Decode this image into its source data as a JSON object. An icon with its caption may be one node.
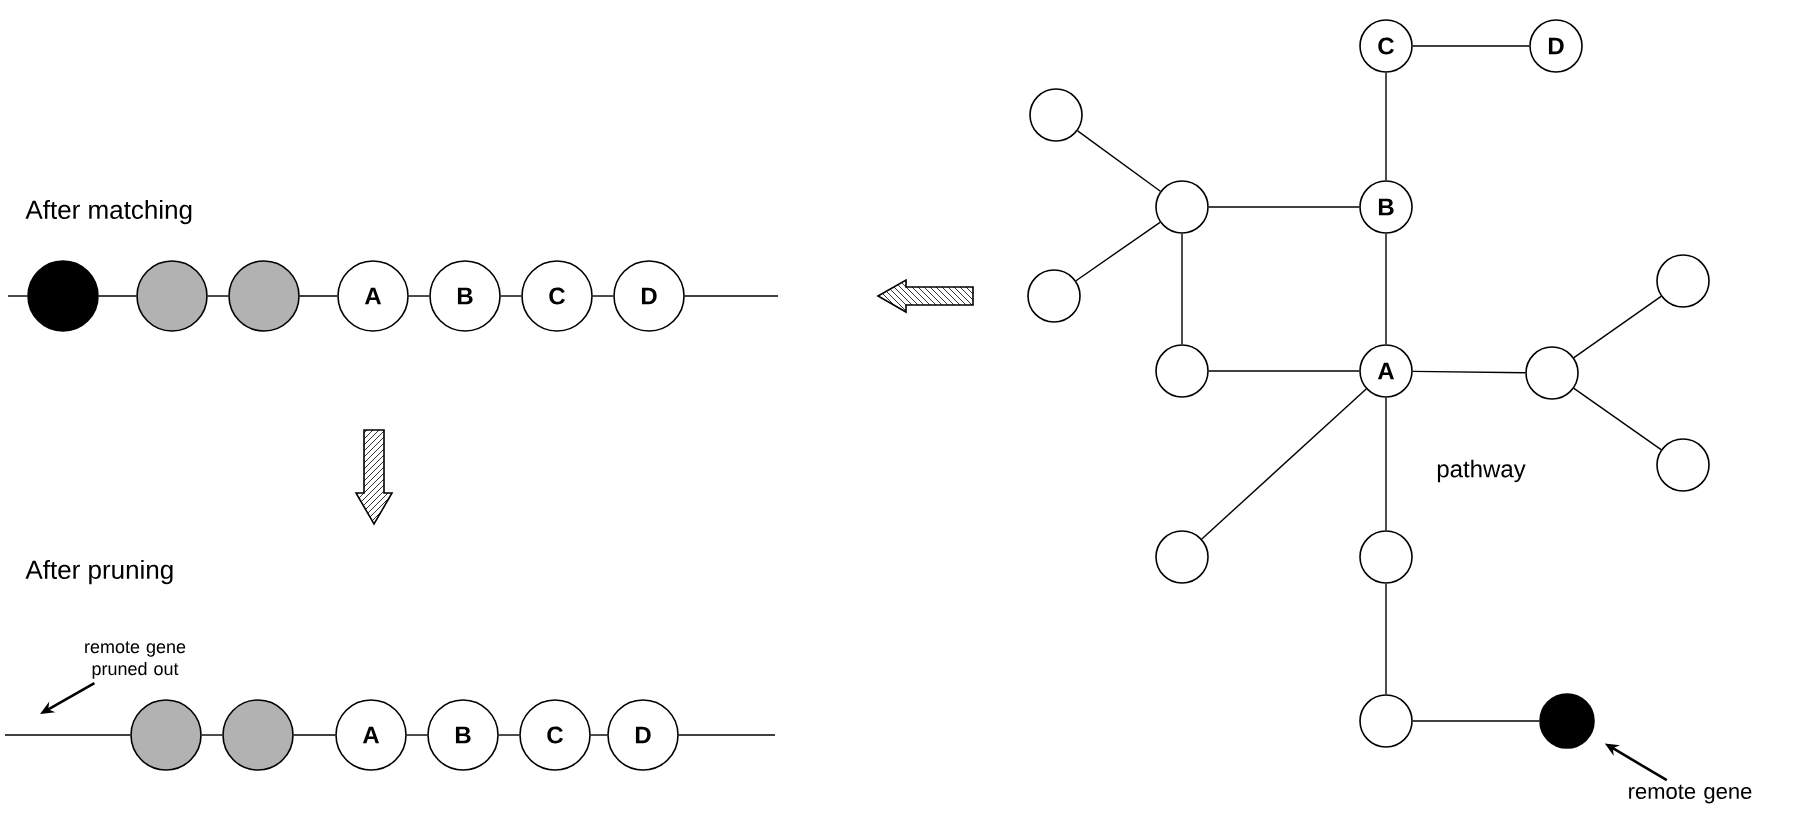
{
  "diagram": {
    "nodes": [
      {
        "text": [],
        "shape": "circle"
      },
      {
        "text": [],
        "shape": "circle"
      },
      {
        "text": [],
        "shape": "circle"
      },
      {
        "text": [
          "A"
        ]
      },
      {
        "text": [
          "B"
        ]
      },
      {
        "text": [
          "C"
        ]
      },
      {
        "text": [
          "D"
        ]
      },
      {
        "text": [
          "remote gene pruned out"
        ]
      },
      {
        "text": [],
        "shape": "circle"
      },
      {
        "text": [],
        "shape": "circle"
      },
      {
        "text": [
          "A"
        ]
      },
      {
        "text": [
          "B"
        ]
      },
      {
        "text": [
          "C"
        ]
      },
      {
        "text": [
          "D"
        ]
      },
      {
        "text": [
          "C"
        ]
      },
      {
        "text": [
          "D"
        ]
      },
      {
        "text": [],
        "shape": "circle"
      },
      {
        "text": [],
        "shape": "circle"
      },
      {
        "text": [
          "B"
        ]
      },
      {
        "text": [],
        "shape": "circle"
      },
      {
        "text": [],
        "shape": "circle"
      },
      {
        "text": [],
        "shape": "circle"
      },
      {
        "text": [
          "A"
        ]
      },
      {
        "text": [],
        "shape": "circle"
      },
      {
        "text": [],
        "shape": "circle"
      },
      {
        "text": [],
        "shape": "circle"
      },
      {
        "text": [],
        "shape": "circle"
      },
      {
        "text": [],
        "shape": "circle"
      },
      {
        "text": [],
        "shape": "circle"
      },
      {
        "text": [
          "remote gene"
        ]
      }
    ],
    "edges": [
      {
        "from": null,
        "to": 0,
        "arrow": "none"
      },
      {
        "from": 0,
        "to": 1,
        "arrow": "none"
      },
      {
        "from": 1,
        "to": 2,
        "arrow": "none"
      },
      {
        "from": 2,
        "to": 3,
        "arrow": "none"
      },
      {
        "from": 3,
        "to": 4,
        "arrow": "none"
      },
      {
        "from": 4,
        "to": 5,
        "arrow": "none"
      },
      {
        "from": 5,
        "to": 6,
        "arrow": "none"
      },
      {
        "from": 6,
        "to": null,
        "arrow": "none"
      },
      {
        "from": 7,
        "to": null,
        "arrow": "to"
      },
      {
        "from": null,
        "to": 8,
        "arrow": "none"
      },
      {
        "from": 8,
        "to": 9,
        "arrow": "none"
      },
      {
        "from": 9,
        "to": 10,
        "arrow": "none"
      },
      {
        "from": 10,
        "to": 11,
        "arrow": "none"
      },
      {
        "from": 11,
        "to": 12,
        "arrow": "none"
      },
      {
        "from": 12,
        "to": 13,
        "arrow": "none"
      },
      {
        "from": 13,
        "to": null,
        "arrow": "none"
      },
      {
        "from": 14,
        "to": 15,
        "arrow": "none"
      },
      {
        "from": 14,
        "to": 18,
        "arrow": "none"
      },
      {
        "from": 16,
        "to": 17,
        "arrow": "none"
      },
      {
        "from": 17,
        "to": 18,
        "arrow": "none"
      },
      {
        "from": 17,
        "to": 19,
        "arrow": "none"
      },
      {
        "from": 17,
        "to": 21,
        "arrow": "none"
      },
      {
        "from": 18,
        "to": 22,
        "arrow": "none"
      },
      {
        "from": 21,
        "to": 22,
        "arrow": "none"
      },
      {
        "from": 22,
        "to": 23,
        "arrow": "none"
      },
      {
        "from": 23,
        "to": 20,
        "arrow": "none"
      },
      {
        "from": 23,
        "to": 24,
        "arrow": "none"
      },
      {
        "from": 22,
        "to": 25,
        "arrow": "none"
      },
      {
        "from": 22,
        "to": 26,
        "arrow": "none"
      },
      {
        "from": 26,
        "to": 27,
        "arrow": "none"
      },
      {
        "from": 27,
        "to": 28,
        "arrow": "none"
      },
      {
        "from": 29,
        "to": 28,
        "arrow": "to"
      }
    ],
    "labels": [
      "After matching",
      "After pruning",
      "pathway"
    ]
  }
}
